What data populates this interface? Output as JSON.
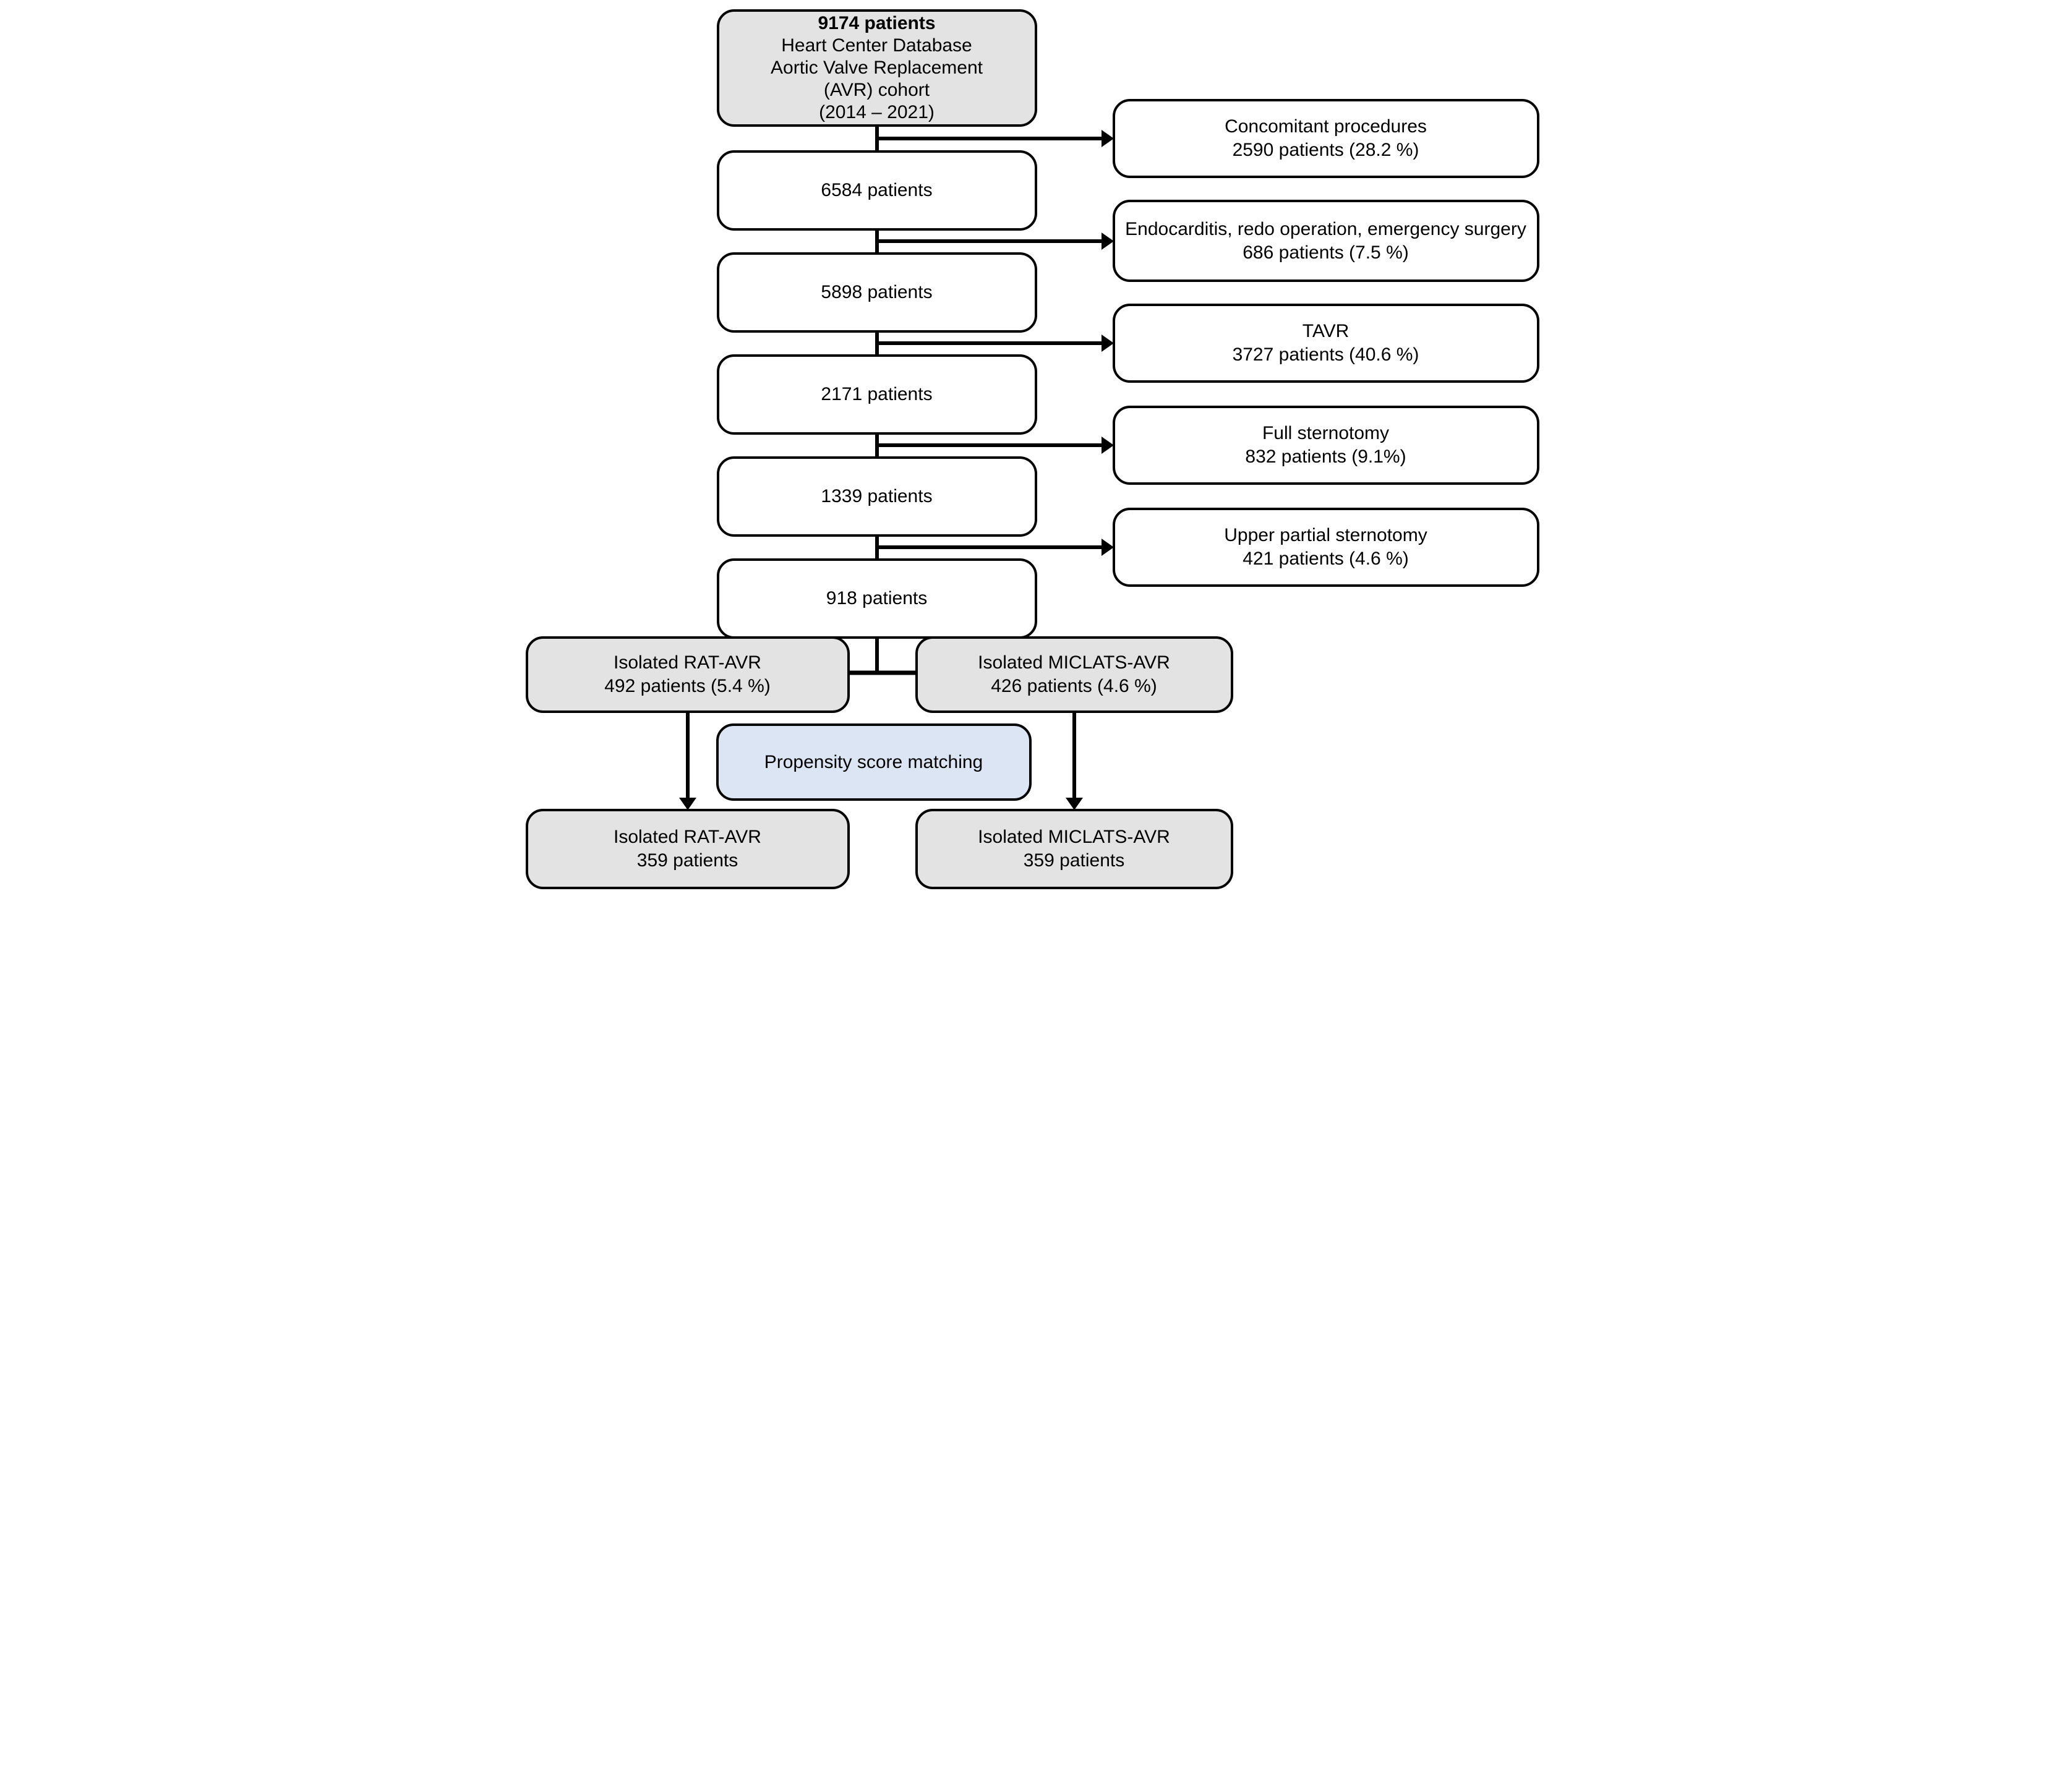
{
  "flowchart": {
    "cohort": {
      "line1": "9174 patients",
      "line2": "Heart Center Database",
      "line3": "Aortic Valve Replacement",
      "line4": "(AVR) cohort",
      "line5": "(2014 – 2021)"
    },
    "chain": [
      {
        "label": "6584 patients"
      },
      {
        "label": "5898 patients"
      },
      {
        "label": "2171 patients"
      },
      {
        "label": "1339 patients"
      },
      {
        "label": "918 patients"
      }
    ],
    "exclusions": [
      {
        "name": "Concomitant procedures",
        "count": "2590 patients (28.2 %)"
      },
      {
        "name": "Endocarditis, redo operation, emergency surgery",
        "count": "686 patients (7.5 %)"
      },
      {
        "name": "TAVR",
        "count": "3727 patients (40.6 %)"
      },
      {
        "name": "Full sternotomy",
        "count": "832 patients (9.1%)"
      },
      {
        "name": "Upper partial sternotomy",
        "count": "421 patients (4.6 %)"
      }
    ],
    "split": [
      {
        "name": "Isolated RAT-AVR",
        "count": "492 patients (5.4 %)"
      },
      {
        "name": "Isolated MICLATS-AVR",
        "count": "426 patients (4.6 %)"
      }
    ],
    "matching": {
      "label": "Propensity score matching"
    },
    "matched": [
      {
        "name": "Isolated RAT-AVR",
        "count": "359 patients"
      },
      {
        "name": "Isolated MICLATS-AVR",
        "count": "359 patients"
      }
    ],
    "colors": {
      "box_gray": "#e3e3e3",
      "box_blue": "#dbe5f4",
      "box_white": "#ffffff",
      "line": "#000000"
    }
  }
}
